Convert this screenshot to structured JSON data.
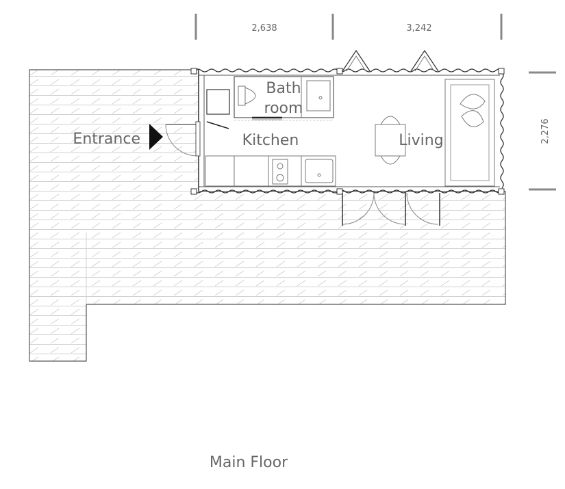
{
  "dimensions": {
    "top_left": "2,638",
    "top_right": "3,242",
    "side": "2,276"
  },
  "rooms": {
    "bath_line1": "Bath",
    "bath_line2": "room",
    "kitchen": "Kitchen",
    "living": "Living",
    "entrance": "Entrance"
  },
  "caption": "Main Floor",
  "colors": {
    "line": "#555555",
    "hatch": "#c8c8c8",
    "text": "#666666",
    "arrow": "#111111"
  },
  "icons": {
    "entrance_marker": "triangle-arrow-right-icon"
  }
}
